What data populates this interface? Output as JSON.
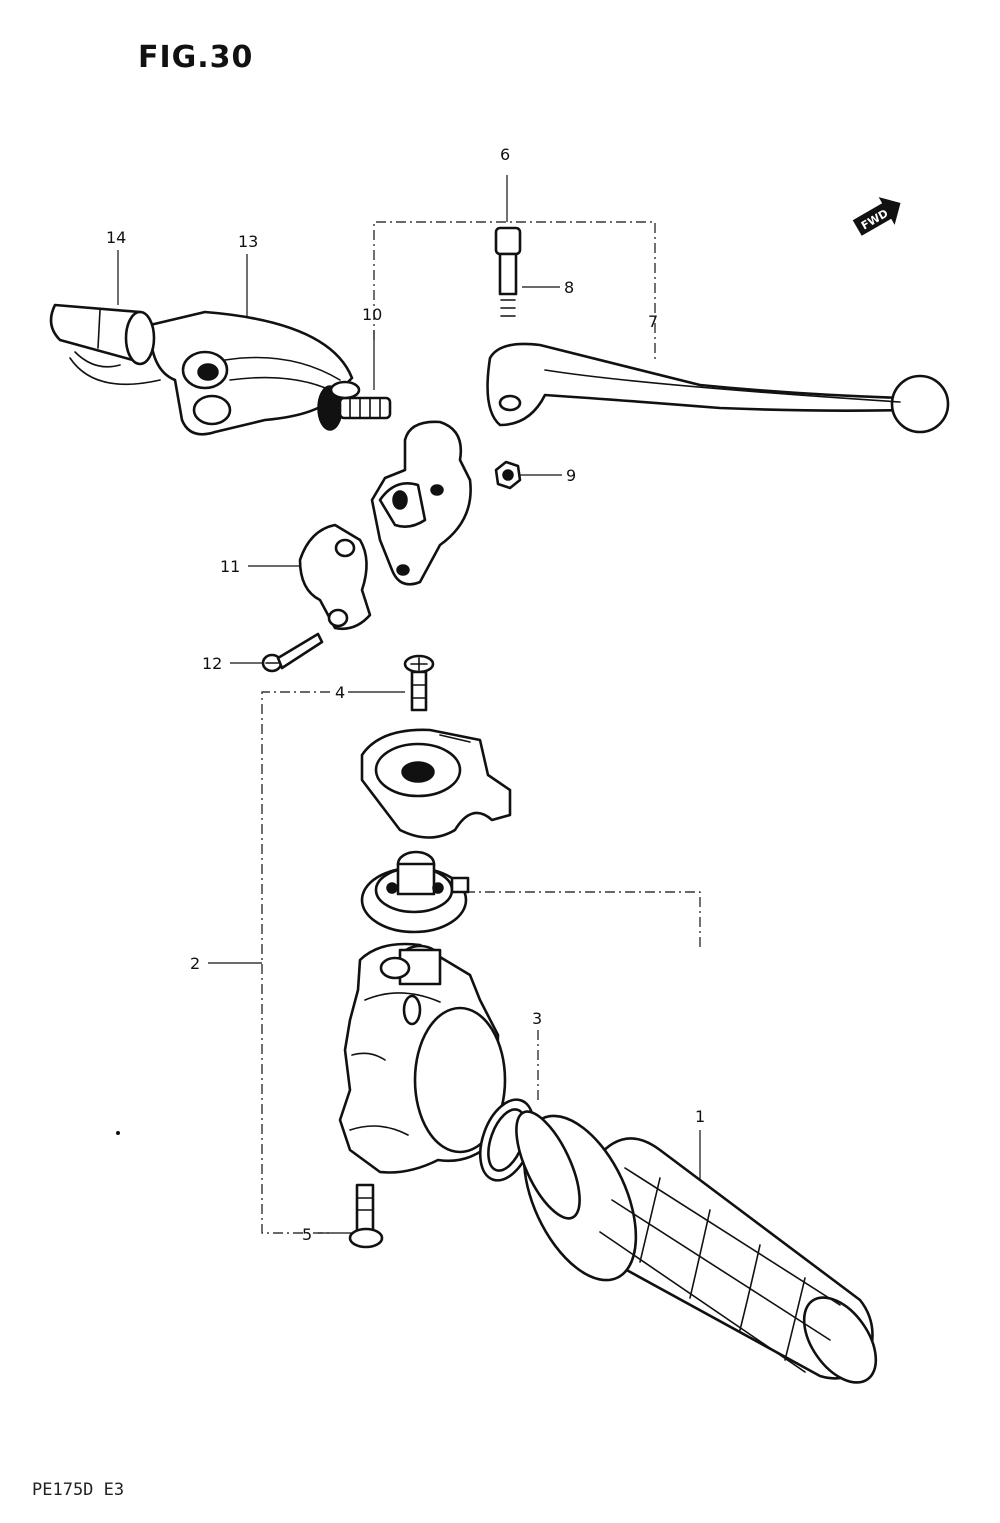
{
  "figure": {
    "title": "FIG.30",
    "footer": "PE175D E3",
    "fwd_label": "FWD"
  },
  "callouts": {
    "c1": "1",
    "c2": "2",
    "c3": "3",
    "c4": "4",
    "c5": "5",
    "c6": "6",
    "c7": "7",
    "c8": "8",
    "c9": "9",
    "c10": "10",
    "c11": "11",
    "c12": "12",
    "c13": "13",
    "c14": "14"
  }
}
